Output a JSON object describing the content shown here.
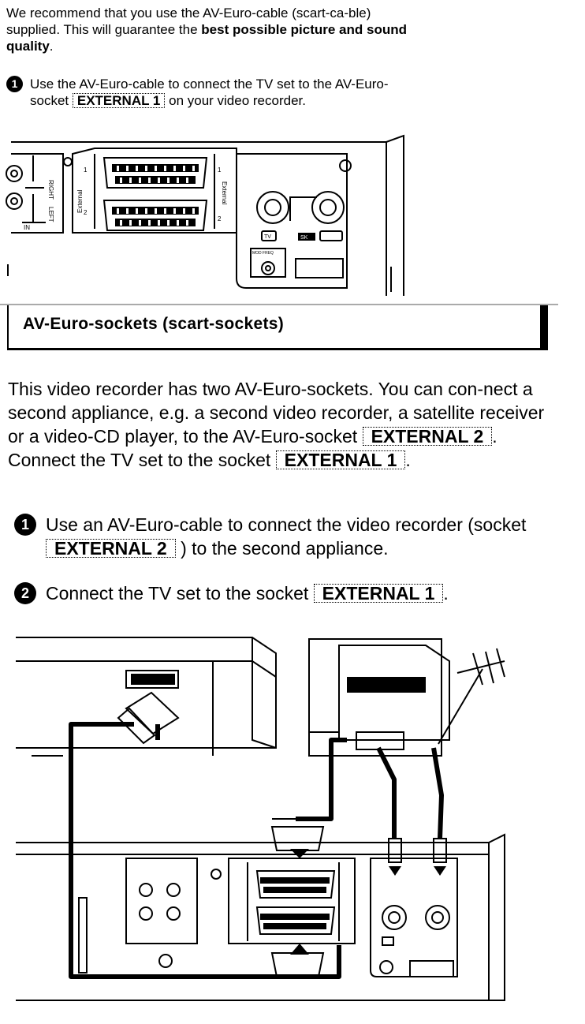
{
  "intro": {
    "part1": "We recommend that you use the AV-Euro-cable (scart-ca-ble) supplied. This will guarantee the ",
    "bold": "best possible picture and sound quality",
    "end": "."
  },
  "step_top": {
    "num": "1",
    "before": "Use the AV-Euro-cable to connect the TV set to the AV-Euro-socket",
    "keyword": "EXTERNAL 1",
    "after": "on your video recorder."
  },
  "diagram_top": {
    "left_labels": [
      "RIGHT",
      "LEFT",
      "IN"
    ],
    "scart_label": "External",
    "scart_nums": [
      "1",
      "2"
    ],
    "tv_label": "TV",
    "sk_label": "SK",
    "mod_label": "MOD FREQ"
  },
  "section": {
    "title": "AV-Euro-sockets (scart-sockets)"
  },
  "body": {
    "p1": "This video recorder has two AV-Euro-sockets. You can con-nect a second appliance, e.g. a second video recorder, a satellite receiver or a video-CD player, to the AV-Euro-socket",
    "kw1": "EXTERNAL 2",
    "p2": ". Connect the TV set to the socket",
    "kw2": "EXTERNAL 1",
    "p3": "."
  },
  "step1": {
    "num": "1",
    "before": "Use an AV-Euro-cable to connect the video recorder (socket",
    "keyword": "EXTERNAL 2",
    "after": ") to the second appliance."
  },
  "step2": {
    "num": "2",
    "before": "Connect the TV set to the socket",
    "keyword": "EXTERNAL 1",
    "after": "."
  }
}
